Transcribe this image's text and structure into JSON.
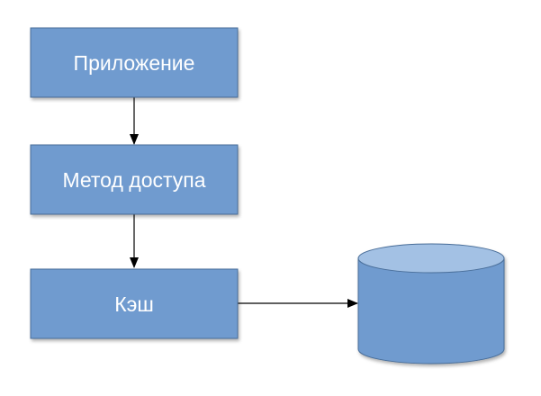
{
  "diagram": {
    "nodes": {
      "application": {
        "label": "Приложение"
      },
      "access_method": {
        "label": "Метод доступа"
      },
      "cache": {
        "label": "Кэш"
      },
      "storage": {
        "label": ""
      }
    },
    "edges": [
      {
        "from": "application",
        "to": "access_method"
      },
      {
        "from": "access_method",
        "to": "cache"
      },
      {
        "from": "cache",
        "to": "storage"
      }
    ]
  },
  "colors": {
    "node_fill": "#6f9bcf",
    "node_stroke": "#4a6e99",
    "cylinder_top": "#a3c1e4",
    "edge": "#000000",
    "label": "#ffffff"
  }
}
